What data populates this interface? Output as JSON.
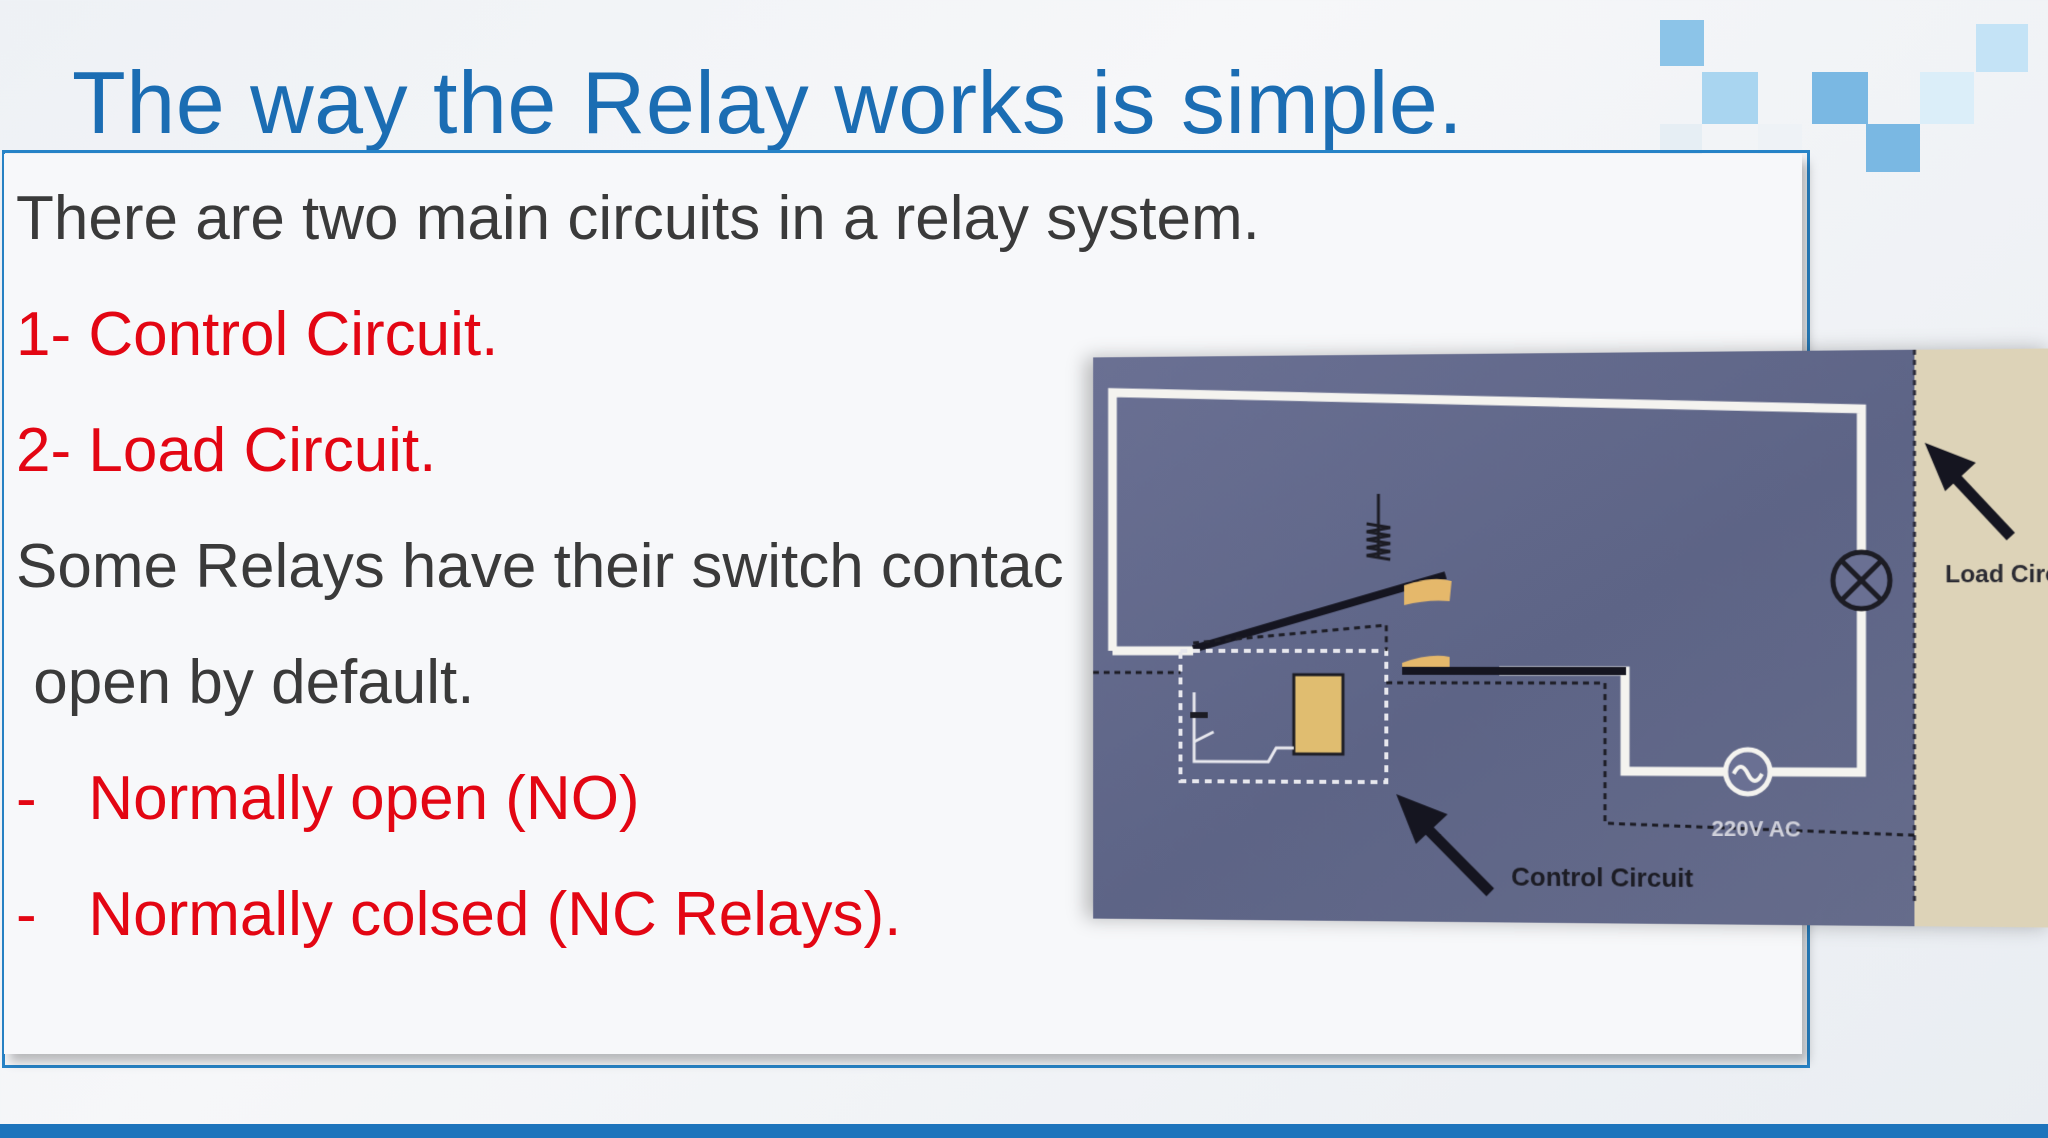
{
  "slide": {
    "title": "The way the Relay works is simple.",
    "lines": [
      {
        "text": "There are two main circuits in a relay system.",
        "color": "#3a3a3a"
      },
      {
        "text": "1- Control Circuit.",
        "color": "#e30613"
      },
      {
        "text": "2- Load Circuit.",
        "color": "#e30613"
      },
      {
        "text": "Some Relays have their switch contac",
        "color": "#3a3a3a"
      },
      {
        "text": " open by default.",
        "color": "#3a3a3a"
      },
      {
        "text": "-   Normally open (NO)",
        "color": "#e30613"
      },
      {
        "text": "-   Normally colsed (NC Relays).",
        "color": "#e30613"
      }
    ]
  },
  "diagram": {
    "label_load": "Load Circu",
    "label_control": "Control Circuit",
    "label_voltage": "220V AC"
  },
  "colors": {
    "accent": "#1d74bc",
    "title": "#1b6db3",
    "body_text": "#3a3a3a",
    "highlight": "#e30613"
  }
}
